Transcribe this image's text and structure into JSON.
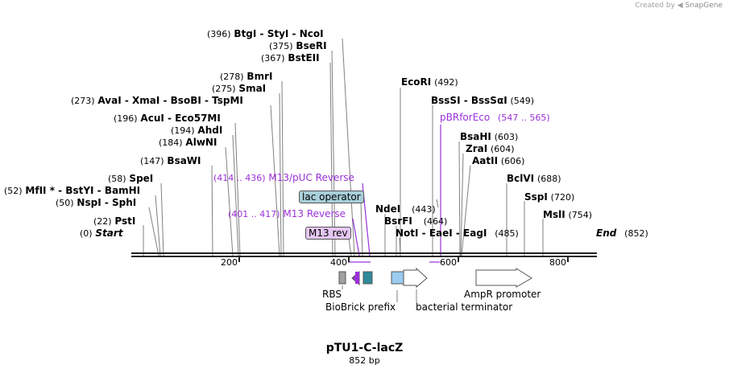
{
  "credit": {
    "prefix": "Created by",
    "brand": "SnapGene"
  },
  "map": {
    "title": "pTU1-C-lacZ",
    "length": "852 bp",
    "ruler_ticks": [
      "200",
      "400",
      "600",
      "800"
    ]
  },
  "enzymes": [
    {
      "pos": "(396)",
      "name": "BtgI  -  StyI  -  NcoI"
    },
    {
      "pos": "(375)",
      "name": "BseRI"
    },
    {
      "pos": "(367)",
      "name": "BstEII"
    },
    {
      "pos": "(278)",
      "name": "BmrI"
    },
    {
      "pos": "(275)",
      "name": "SmaI"
    },
    {
      "pos": "(273)",
      "name": "AvaI  - XmaI  - BsoBI  - TspMI"
    },
    {
      "pos": "(196)",
      "name": "AcuI  - Eco57MI"
    },
    {
      "pos": "(194)",
      "name": "AhdI"
    },
    {
      "pos": "(184)",
      "name": "AlwNI"
    },
    {
      "pos": "(147)",
      "name": "BsaWI"
    },
    {
      "pos": "(58)",
      "name": "SpeI"
    },
    {
      "pos": "(52)",
      "name": "MfII * - BstYI  - BamHI"
    },
    {
      "pos": "(50)",
      "name": "NspI  - SphI"
    },
    {
      "pos": "(22)",
      "name": "PstI"
    },
    {
      "pos": "(0)",
      "name": "Start"
    },
    {
      "pos": "(492)",
      "name": "EcoRI"
    },
    {
      "pos": "(549)",
      "name": "BssSI  - BssSαI"
    },
    {
      "pos": "(603)",
      "name": "BsaHI"
    },
    {
      "pos": "(604)",
      "name": "ZraI"
    },
    {
      "pos": "(606)",
      "name": "AatII"
    },
    {
      "pos": "(688)",
      "name": "BclVI"
    },
    {
      "pos": "(720)",
      "name": "SspI"
    },
    {
      "pos": "(754)",
      "name": "MslI"
    },
    {
      "pos": "(443)",
      "name": "NdeI"
    },
    {
      "pos": "(464)",
      "name": "BsrFI"
    },
    {
      "pos": "(485)",
      "name": "NotI  - EaeI  - EagI"
    },
    {
      "pos": "(852)",
      "name": "End"
    }
  ],
  "primers": [
    {
      "range": "(414 .. 436)",
      "name": "M13/pUC Reverse"
    },
    {
      "range": "(401 .. 417)",
      "name": "M13 Reverse"
    },
    {
      "range": "(547 .. 565)",
      "name": "pBRforEco"
    }
  ],
  "feature_boxes": {
    "lac_operator": "lac operator",
    "m13_rev": "M13 rev"
  },
  "features": {
    "rbs": "RBS",
    "biobrick": "BioBrick prefix",
    "terminator": "bacterial terminator",
    "ampr": "AmpR promoter"
  },
  "colors": {
    "primer": "#9b30d9",
    "lac_operator": "#2e8a9a",
    "biobrick": "#99ccf0",
    "rbs": "#a0a0a0",
    "arrow_purple": "#9b30d9"
  }
}
